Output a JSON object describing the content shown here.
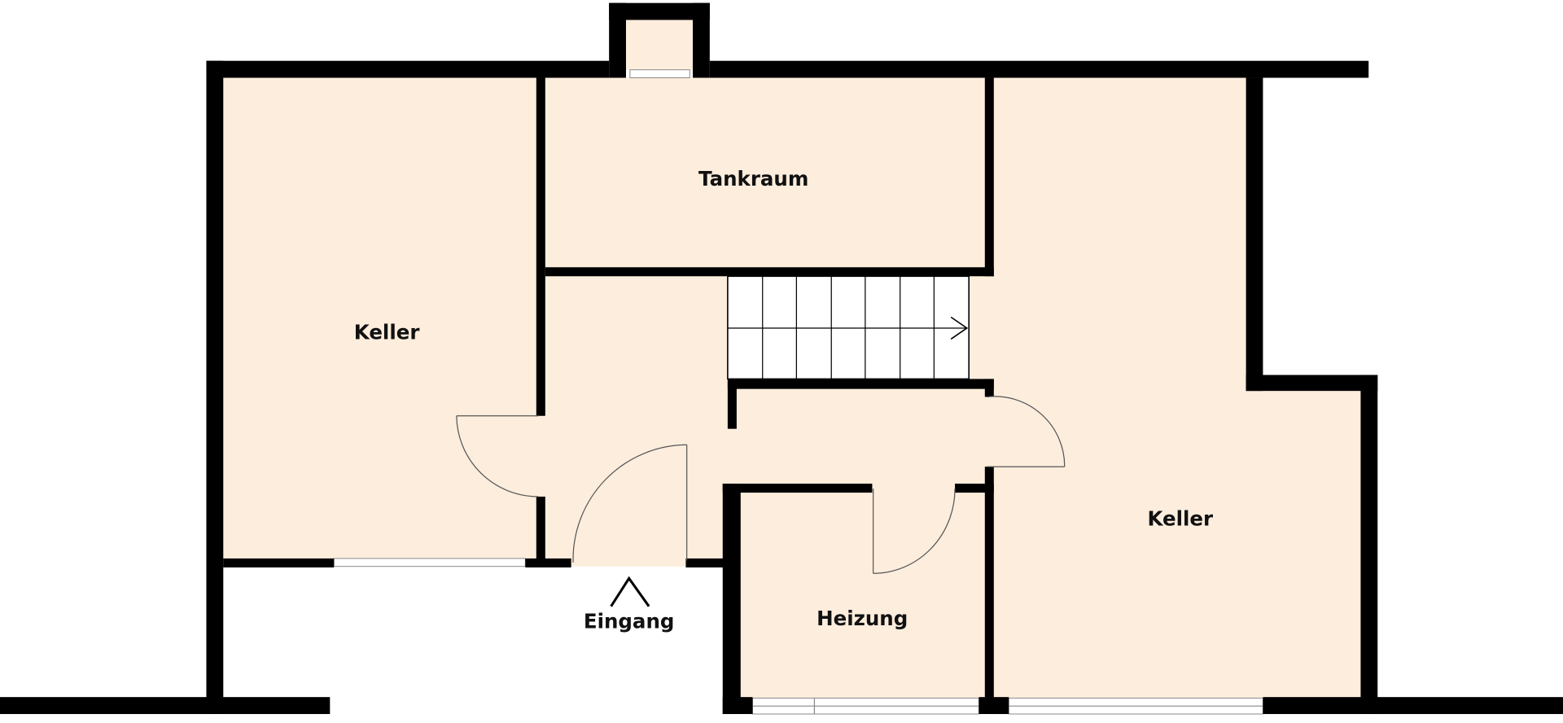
{
  "floorplan": {
    "rooms": {
      "keller_left": "Keller",
      "tankraum": "Tankraum",
      "keller_right": "Keller",
      "heizung": "Heizung"
    },
    "entrance": "Eingang",
    "colors": {
      "floor": "#fdeddd",
      "wall": "#000000"
    }
  }
}
